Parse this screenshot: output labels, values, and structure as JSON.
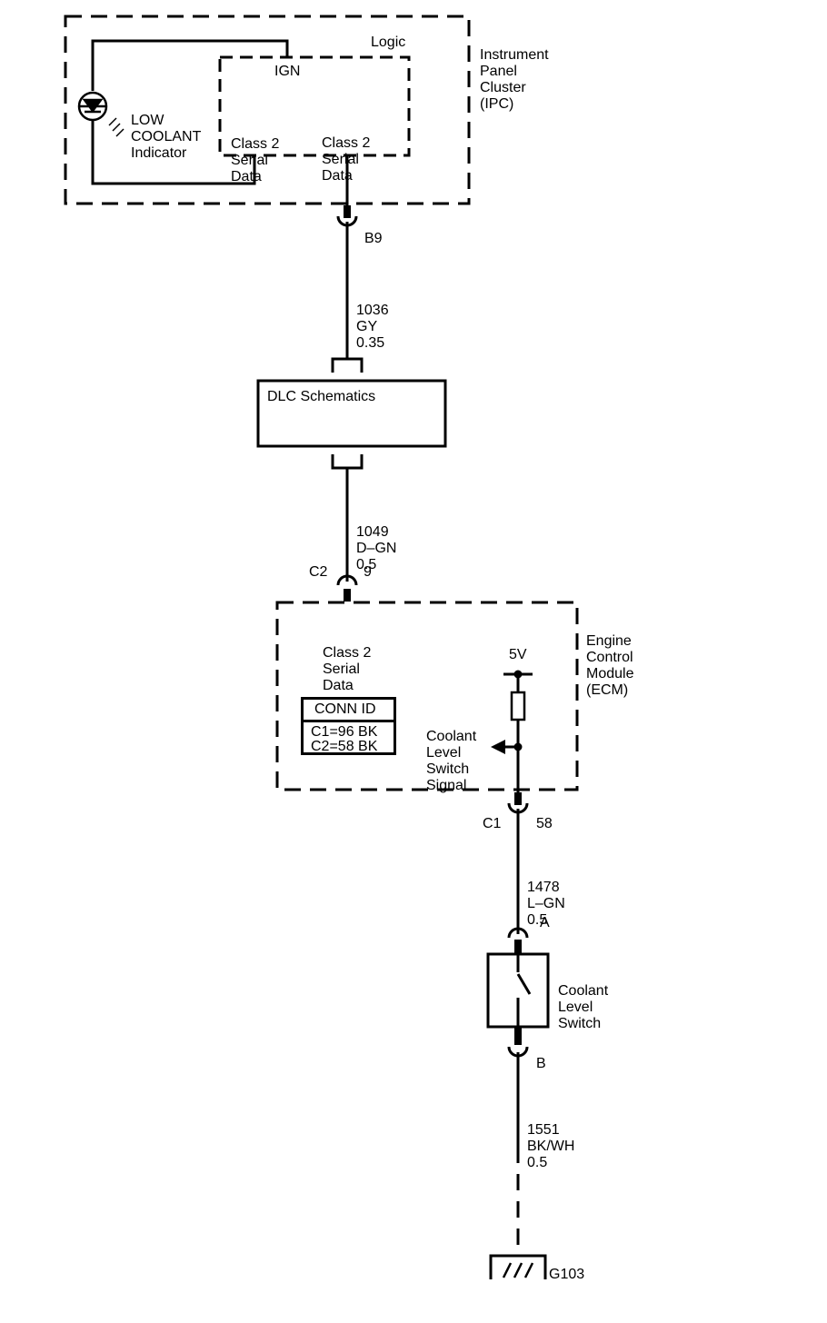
{
  "ipc": {
    "module_name": [
      "Instrument",
      "Panel",
      "Cluster",
      "(IPC)"
    ],
    "logic_label": "Logic",
    "ign_label": "IGN",
    "indicator_label": [
      "LOW",
      "COOLANT",
      "Indicator"
    ],
    "serial_left": [
      "Class 2",
      "Serial",
      "Data"
    ],
    "serial_right": [
      "Class 2",
      "Serial",
      "Data"
    ]
  },
  "connectors": {
    "b9": "B9",
    "c2": "C2",
    "c2_pin": "9",
    "c1": "C1",
    "c1_pin": "58",
    "pin_a": "A",
    "pin_b": "B"
  },
  "wires": {
    "w1036": [
      "1036",
      "GY",
      "0.35"
    ],
    "w1049": [
      "1049",
      "D–GN",
      "0.5"
    ],
    "w1478": [
      "1478",
      "L–GN",
      "0.5"
    ],
    "w1551": [
      "1551",
      "BK/WH",
      "0.5"
    ]
  },
  "dlc": {
    "label": "DLC Schematics"
  },
  "ecm": {
    "module_name": [
      "Engine",
      "Control",
      "Module",
      "(ECM)"
    ],
    "serial": [
      "Class 2",
      "Serial",
      "Data"
    ],
    "voltage": "5V",
    "signal": [
      "Coolant",
      "Level",
      "Switch",
      "Signal"
    ],
    "conn_id_title": "CONN ID",
    "conn_id_rows": [
      "C1=96 BK",
      "C2=58 BK"
    ]
  },
  "switch": {
    "label": [
      "Coolant",
      "Level",
      "Switch"
    ]
  },
  "ground": {
    "label": "G103"
  }
}
